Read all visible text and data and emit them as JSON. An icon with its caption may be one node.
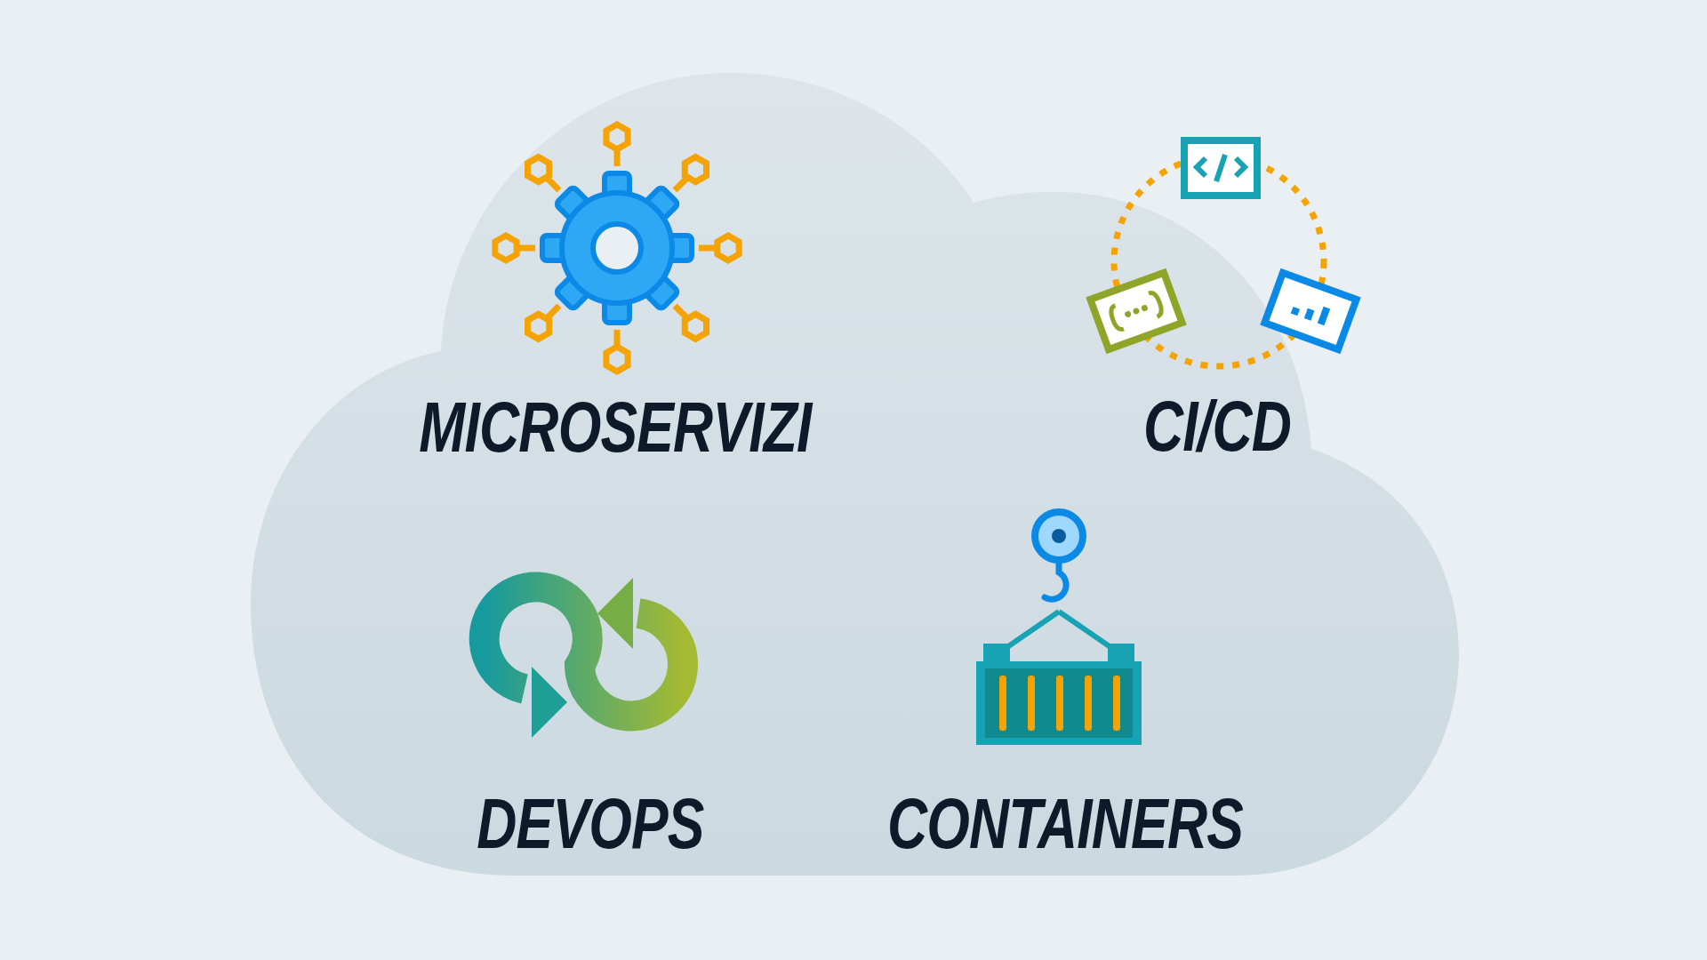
{
  "diagram": {
    "labels": [
      "MICROSERVIZI",
      "CI/CD",
      "DEVOPS",
      "CONTAINERS"
    ]
  }
}
